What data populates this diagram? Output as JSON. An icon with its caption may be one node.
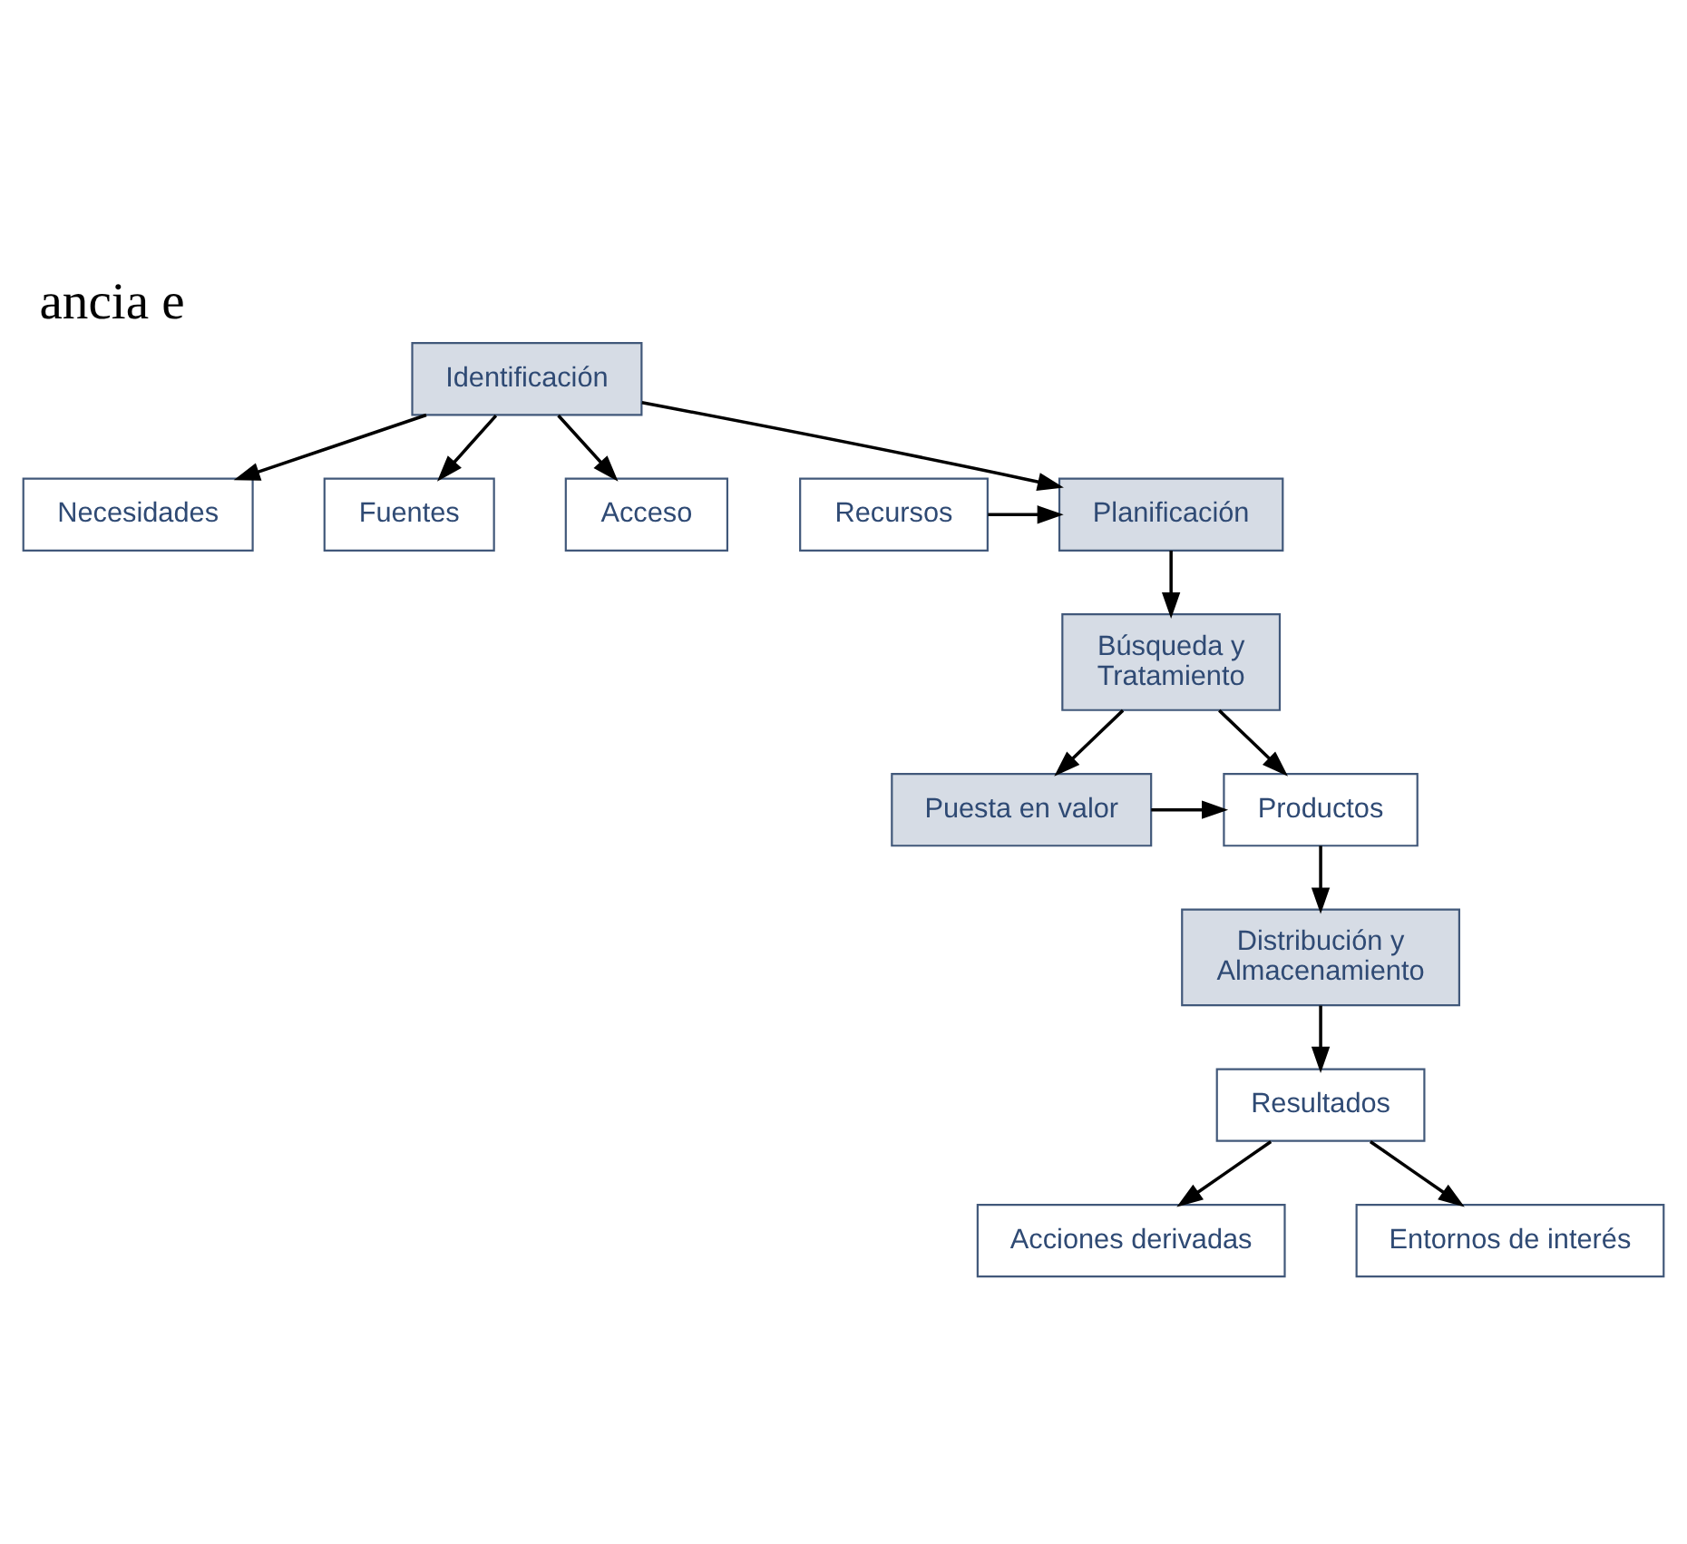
{
  "diagram": {
    "title": "ancia e",
    "nodes": [
      {
        "text": [
          "Identificación"
        ]
      },
      {
        "text": [
          "Necesidades"
        ]
      },
      {
        "text": [
          "Fuentes"
        ]
      },
      {
        "text": [
          "Acceso"
        ]
      },
      {
        "text": [
          "Recursos"
        ]
      },
      {
        "text": [
          "Planificación"
        ]
      },
      {
        "text": [
          "Búsqueda y Tratamiento"
        ]
      },
      {
        "text": [
          "Puesta en valor"
        ]
      },
      {
        "text": [
          "Productos"
        ]
      },
      {
        "text": [
          "Distribución y Almacenamiento"
        ]
      },
      {
        "text": [
          "Resultados"
        ]
      },
      {
        "text": [
          "Acciones derivadas"
        ]
      },
      {
        "text": [
          "Entornos de interés"
        ]
      }
    ],
    "edges": [
      {
        "from": 0,
        "to": 1,
        "arrow": "to"
      },
      {
        "from": 0,
        "to": 2,
        "arrow": "to"
      },
      {
        "from": 0,
        "to": 3,
        "arrow": "to"
      },
      {
        "from": 0,
        "to": 5,
        "arrow": "to"
      },
      {
        "from": 4,
        "to": 5,
        "arrow": "to"
      },
      {
        "from": 5,
        "to": 6,
        "arrow": "to"
      },
      {
        "from": 6,
        "to": 7,
        "arrow": "to"
      },
      {
        "from": 6,
        "to": 8,
        "arrow": "to"
      },
      {
        "from": 7,
        "to": 8,
        "arrow": "to"
      },
      {
        "from": 8,
        "to": 9,
        "arrow": "to"
      },
      {
        "from": 9,
        "to": 10,
        "arrow": "to"
      },
      {
        "from": 10,
        "to": 11,
        "arrow": "to"
      },
      {
        "from": 10,
        "to": 12,
        "arrow": "to"
      }
    ]
  }
}
